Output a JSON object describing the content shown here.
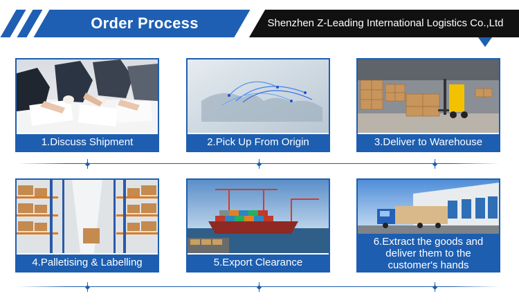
{
  "header": {
    "title": "Order Process",
    "company": "Shenzhen Z-Leading International Logistics Co.,Ltd"
  },
  "steps": [
    {
      "label": "1.Discuss Shipment",
      "image": "business-meeting-photo"
    },
    {
      "label": "2.Pick Up From Origin",
      "image": "world-map-network-photo"
    },
    {
      "label": "3.Deliver to Warehouse",
      "image": "forklift-warehouse-photo"
    },
    {
      "label": "4.Palletising & Labelling",
      "image": "pallet-racking-photo"
    },
    {
      "label": "5.Export Clearance",
      "image": "container-ship-port-photo"
    },
    {
      "label_lines": [
        "6.Extract the goods and",
        "deliver them to the",
        "customer's hands"
      ],
      "image": "truck-loading-dock-photo"
    }
  ],
  "colors": {
    "primary_blue": "#1d5eb0",
    "dark": "#111111",
    "text_on_blue": "#ffffff"
  }
}
